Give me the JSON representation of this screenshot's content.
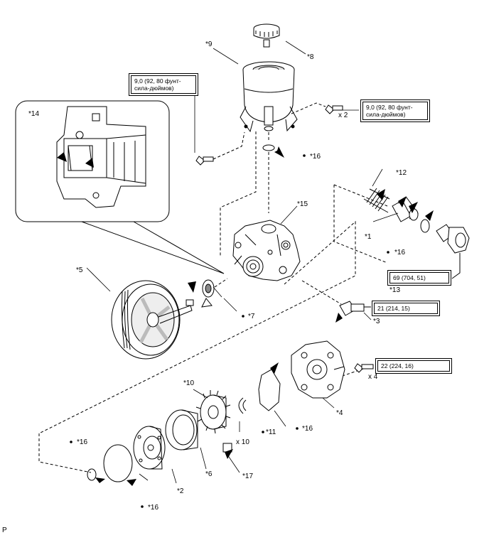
{
  "labels": {
    "p1": "*1",
    "p2": "*2",
    "p3": "*3",
    "p4": "*4",
    "p5": "*5",
    "p6": "*6",
    "p7": "*7",
    "p8": "*8",
    "p9": "*9",
    "p10": "*10",
    "p11": "*11",
    "p12": "*12",
    "p13": "*13",
    "p14": "*14",
    "p15": "*15",
    "p16": "*16",
    "p17": "*17"
  },
  "torque": {
    "reservoir_left": "9,0 (92, 80 фунт-\nсила-дюймов)",
    "reservoir_right": "9,0 (92, 80 фунт-\nсила-дюймов)",
    "union": "69 (704, 51)",
    "sensor": "21 (214, 15)",
    "cover_bolt": "22 (224, 16)"
  },
  "qty": {
    "reservoir_bolts": "x 2",
    "cover_bolts": "x 4",
    "vanes": "x 10"
  },
  "footer": "P"
}
